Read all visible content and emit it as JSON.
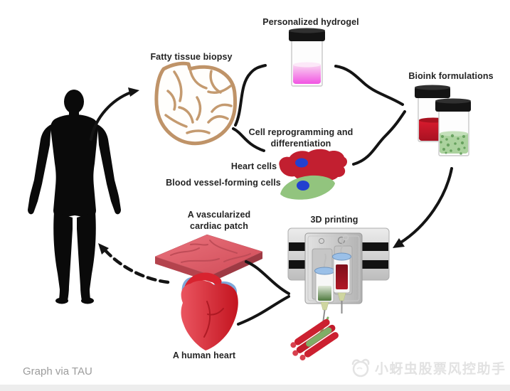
{
  "labels": {
    "hydrogel": "Personalized hydrogel",
    "biopsy": "Fatty tissue biopsy",
    "bioink": "Bioink formulations",
    "reprogramming_line1": "Cell reprogramming and",
    "reprogramming_line2": "differentiation",
    "heart_cells": "Heart cells",
    "vessel_cells": "Blood vessel-forming cells",
    "patch_line1": "A vascularized",
    "patch_line2": "cardiac patch",
    "printing": "3D printing",
    "heart": "A human heart"
  },
  "footer": {
    "credit": "Graph via TAU",
    "watermark_text": "小蚜虫股票风控助手"
  },
  "colors": {
    "arrow_black": "#141414",
    "silhouette_black": "#0a0a0a",
    "hydrogel_pink": "#f155e2",
    "bioink_red": "#c8192b",
    "bioink_green": "#abd29e",
    "cell_red": "#c21f30",
    "cell_green": "#92c47e",
    "nucleus_blue": "#2240cf",
    "tissue_tan": "#c49a6f",
    "patch_red": "#e2626b",
    "heart_red": "#d8232f",
    "vessel_blue": "#7fa8d9"
  }
}
